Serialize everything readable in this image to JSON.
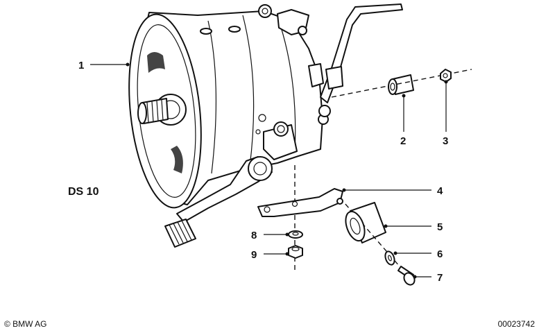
{
  "diagram": {
    "model_label": "DS 10",
    "callouts": [
      "1",
      "2",
      "3",
      "4",
      "5",
      "6",
      "7",
      "8",
      "9"
    ]
  },
  "footer": {
    "copyright": "© BMW AG",
    "diagram_code": "00023742"
  }
}
